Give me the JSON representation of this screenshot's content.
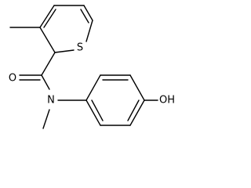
{
  "atoms": {
    "sulfur": "S",
    "carbonyl_oxygen": "O",
    "nitrogen": "N",
    "hydroxyl": "OH"
  },
  "colors": {
    "bond": "#000000",
    "label": "#000000",
    "background": "#ffffff"
  }
}
